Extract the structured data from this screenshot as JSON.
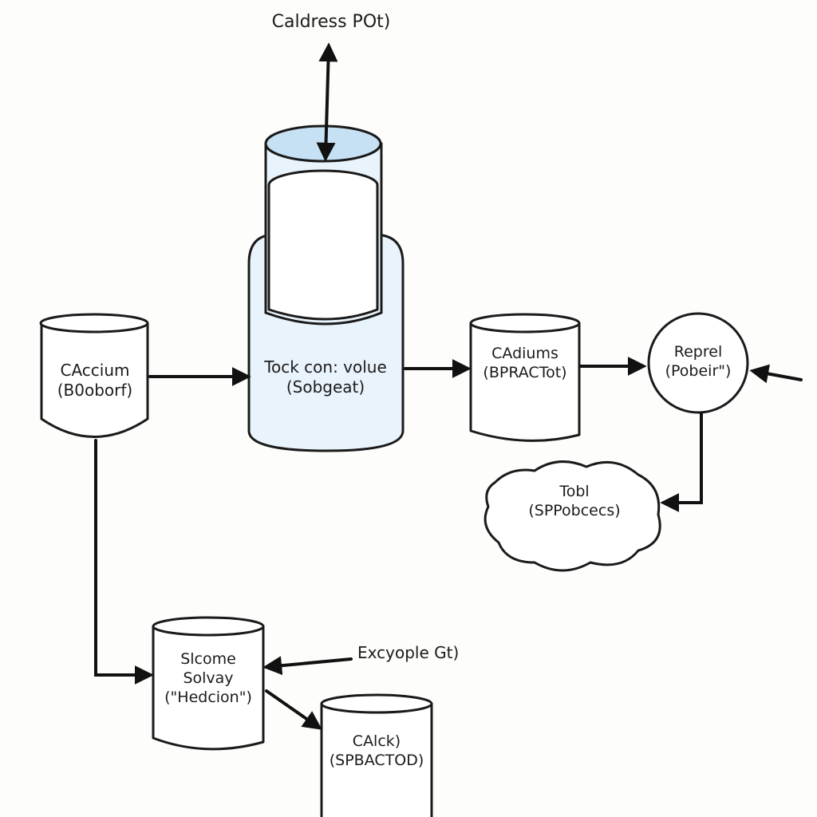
{
  "diagram": {
    "colors": {
      "ink": "#1a1a1a",
      "glass_fill": "#e9f3fb",
      "glass_water": "#b8d8ef",
      "background": "#fdfdfb"
    },
    "top_label": {
      "text": "Caldress POt)"
    },
    "nodes": {
      "cacium": {
        "line1": "CAccium",
        "line2": "(B0oborf)"
      },
      "tank": {
        "line1": "Tock con: volue",
        "line2": "(Sobgeat)"
      },
      "cadiums": {
        "line1": "CAdiums",
        "line2": "(BPRACTot)"
      },
      "reprel": {
        "line1": "Reprel",
        "line2": "(Pobeir\")"
      },
      "tobl": {
        "line1": "Tobl",
        "line2": "(SPPobcecs)"
      },
      "slcome": {
        "line1": "Slcome",
        "line2": "Solvay",
        "line3": "(\"Hedcion\")"
      },
      "calck": {
        "line1": "CAlck)",
        "line2": "(SPBACTOD)"
      }
    },
    "side_label": {
      "text": "Excyople Gt)"
    }
  }
}
